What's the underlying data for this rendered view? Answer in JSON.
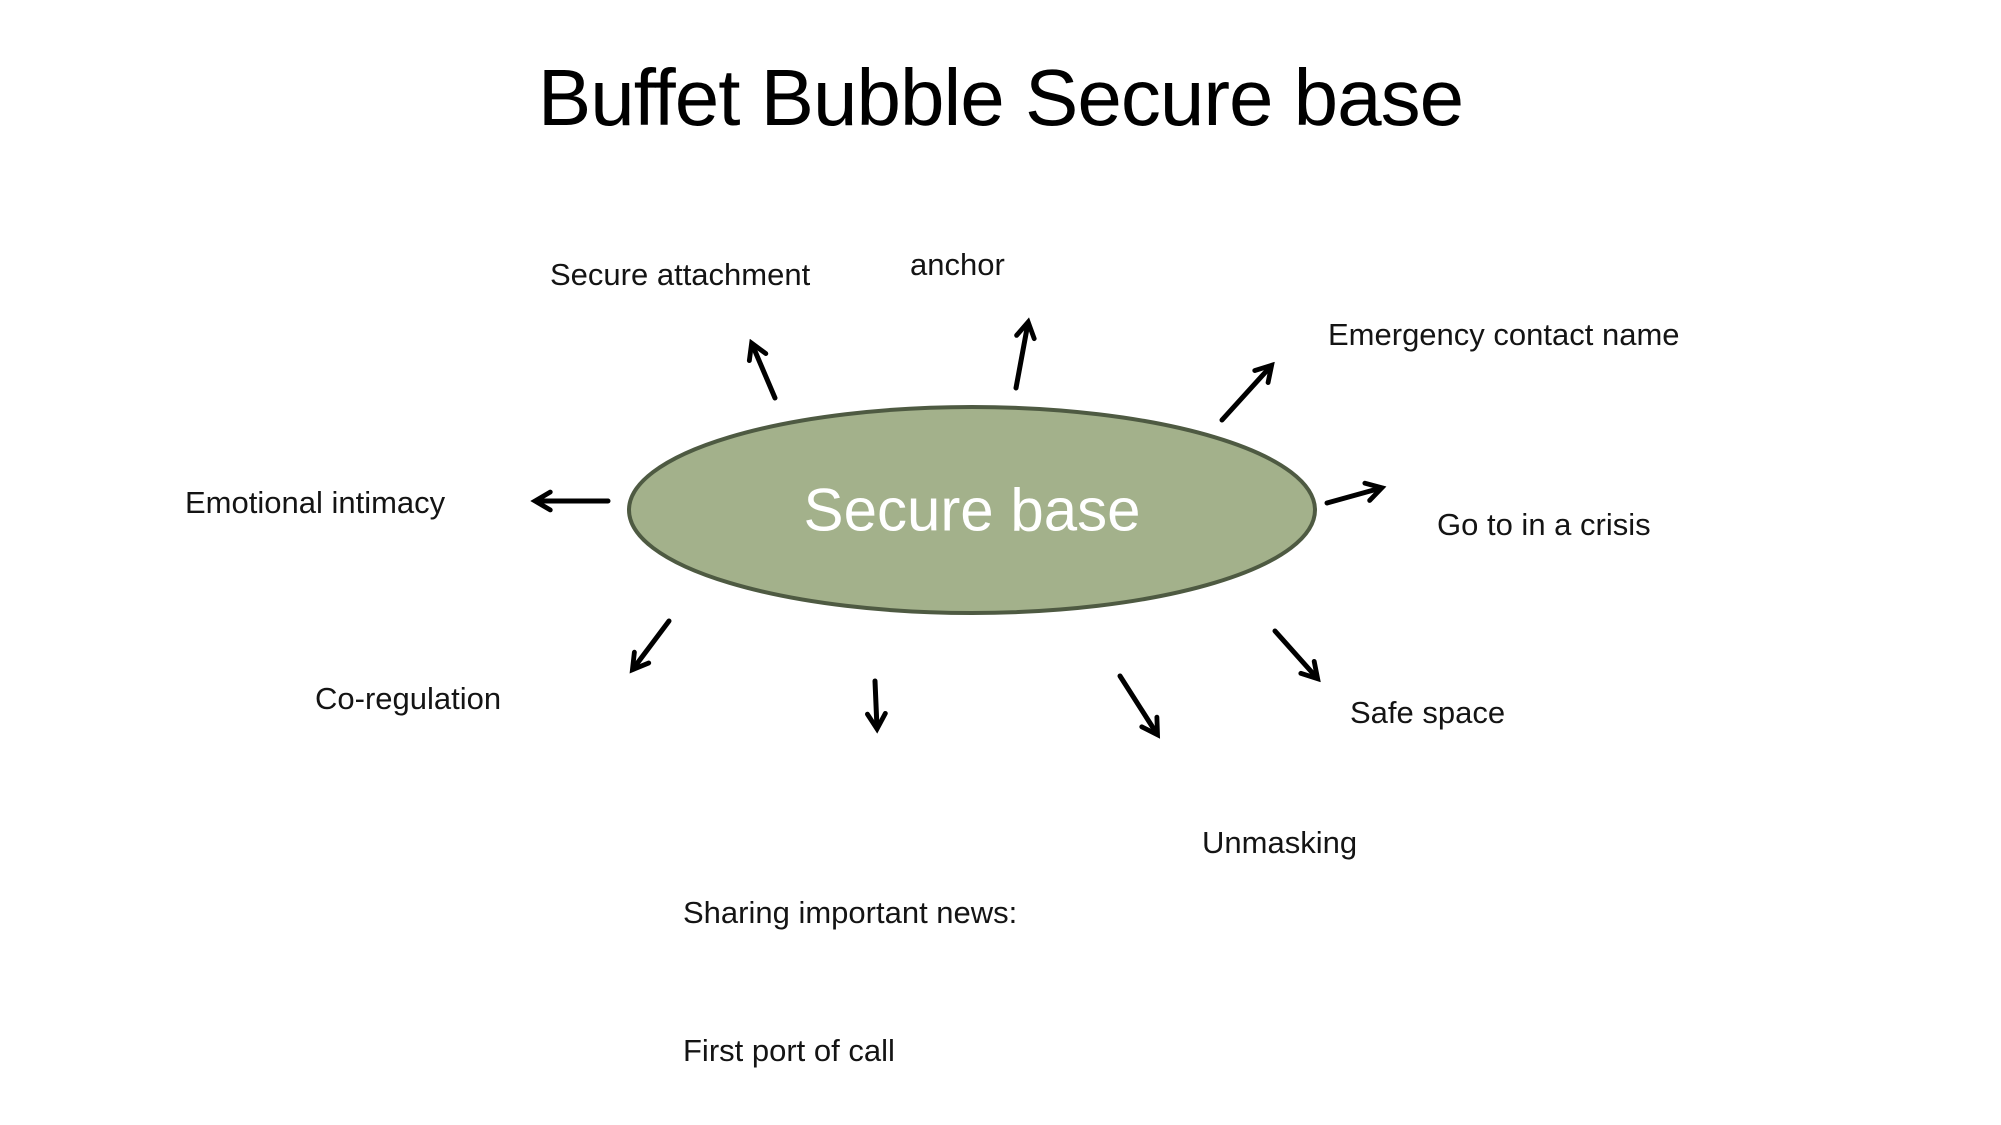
{
  "title": "Buffet Bubble Secure base",
  "diagram": {
    "center_label": "Secure base",
    "nodes": [
      {
        "id": "secure-attachment",
        "label": "Secure attachment"
      },
      {
        "id": "anchor",
        "label": "anchor"
      },
      {
        "id": "emergency-contact-name",
        "label": "Emergency contact name"
      },
      {
        "id": "emotional-intimacy",
        "label": "Emotional intimacy"
      },
      {
        "id": "go-to-in-a-crisis",
        "label": "Go to in a crisis"
      },
      {
        "id": "co-regulation",
        "label": "Co-regulation"
      },
      {
        "id": "sharing-important-news",
        "label": "Sharing important news:",
        "label_line2": "First port of call"
      },
      {
        "id": "unmasking",
        "label": "Unmasking"
      },
      {
        "id": "safe-space",
        "label": "Safe space"
      }
    ]
  },
  "colors": {
    "background": "#ffffff",
    "ellipse_fill": "#a3b18b",
    "ellipse_stroke": "#4e5a42",
    "arrow": "#000000",
    "label_text": "#141414",
    "center_text": "#ffffff",
    "title_text": "#000000"
  }
}
